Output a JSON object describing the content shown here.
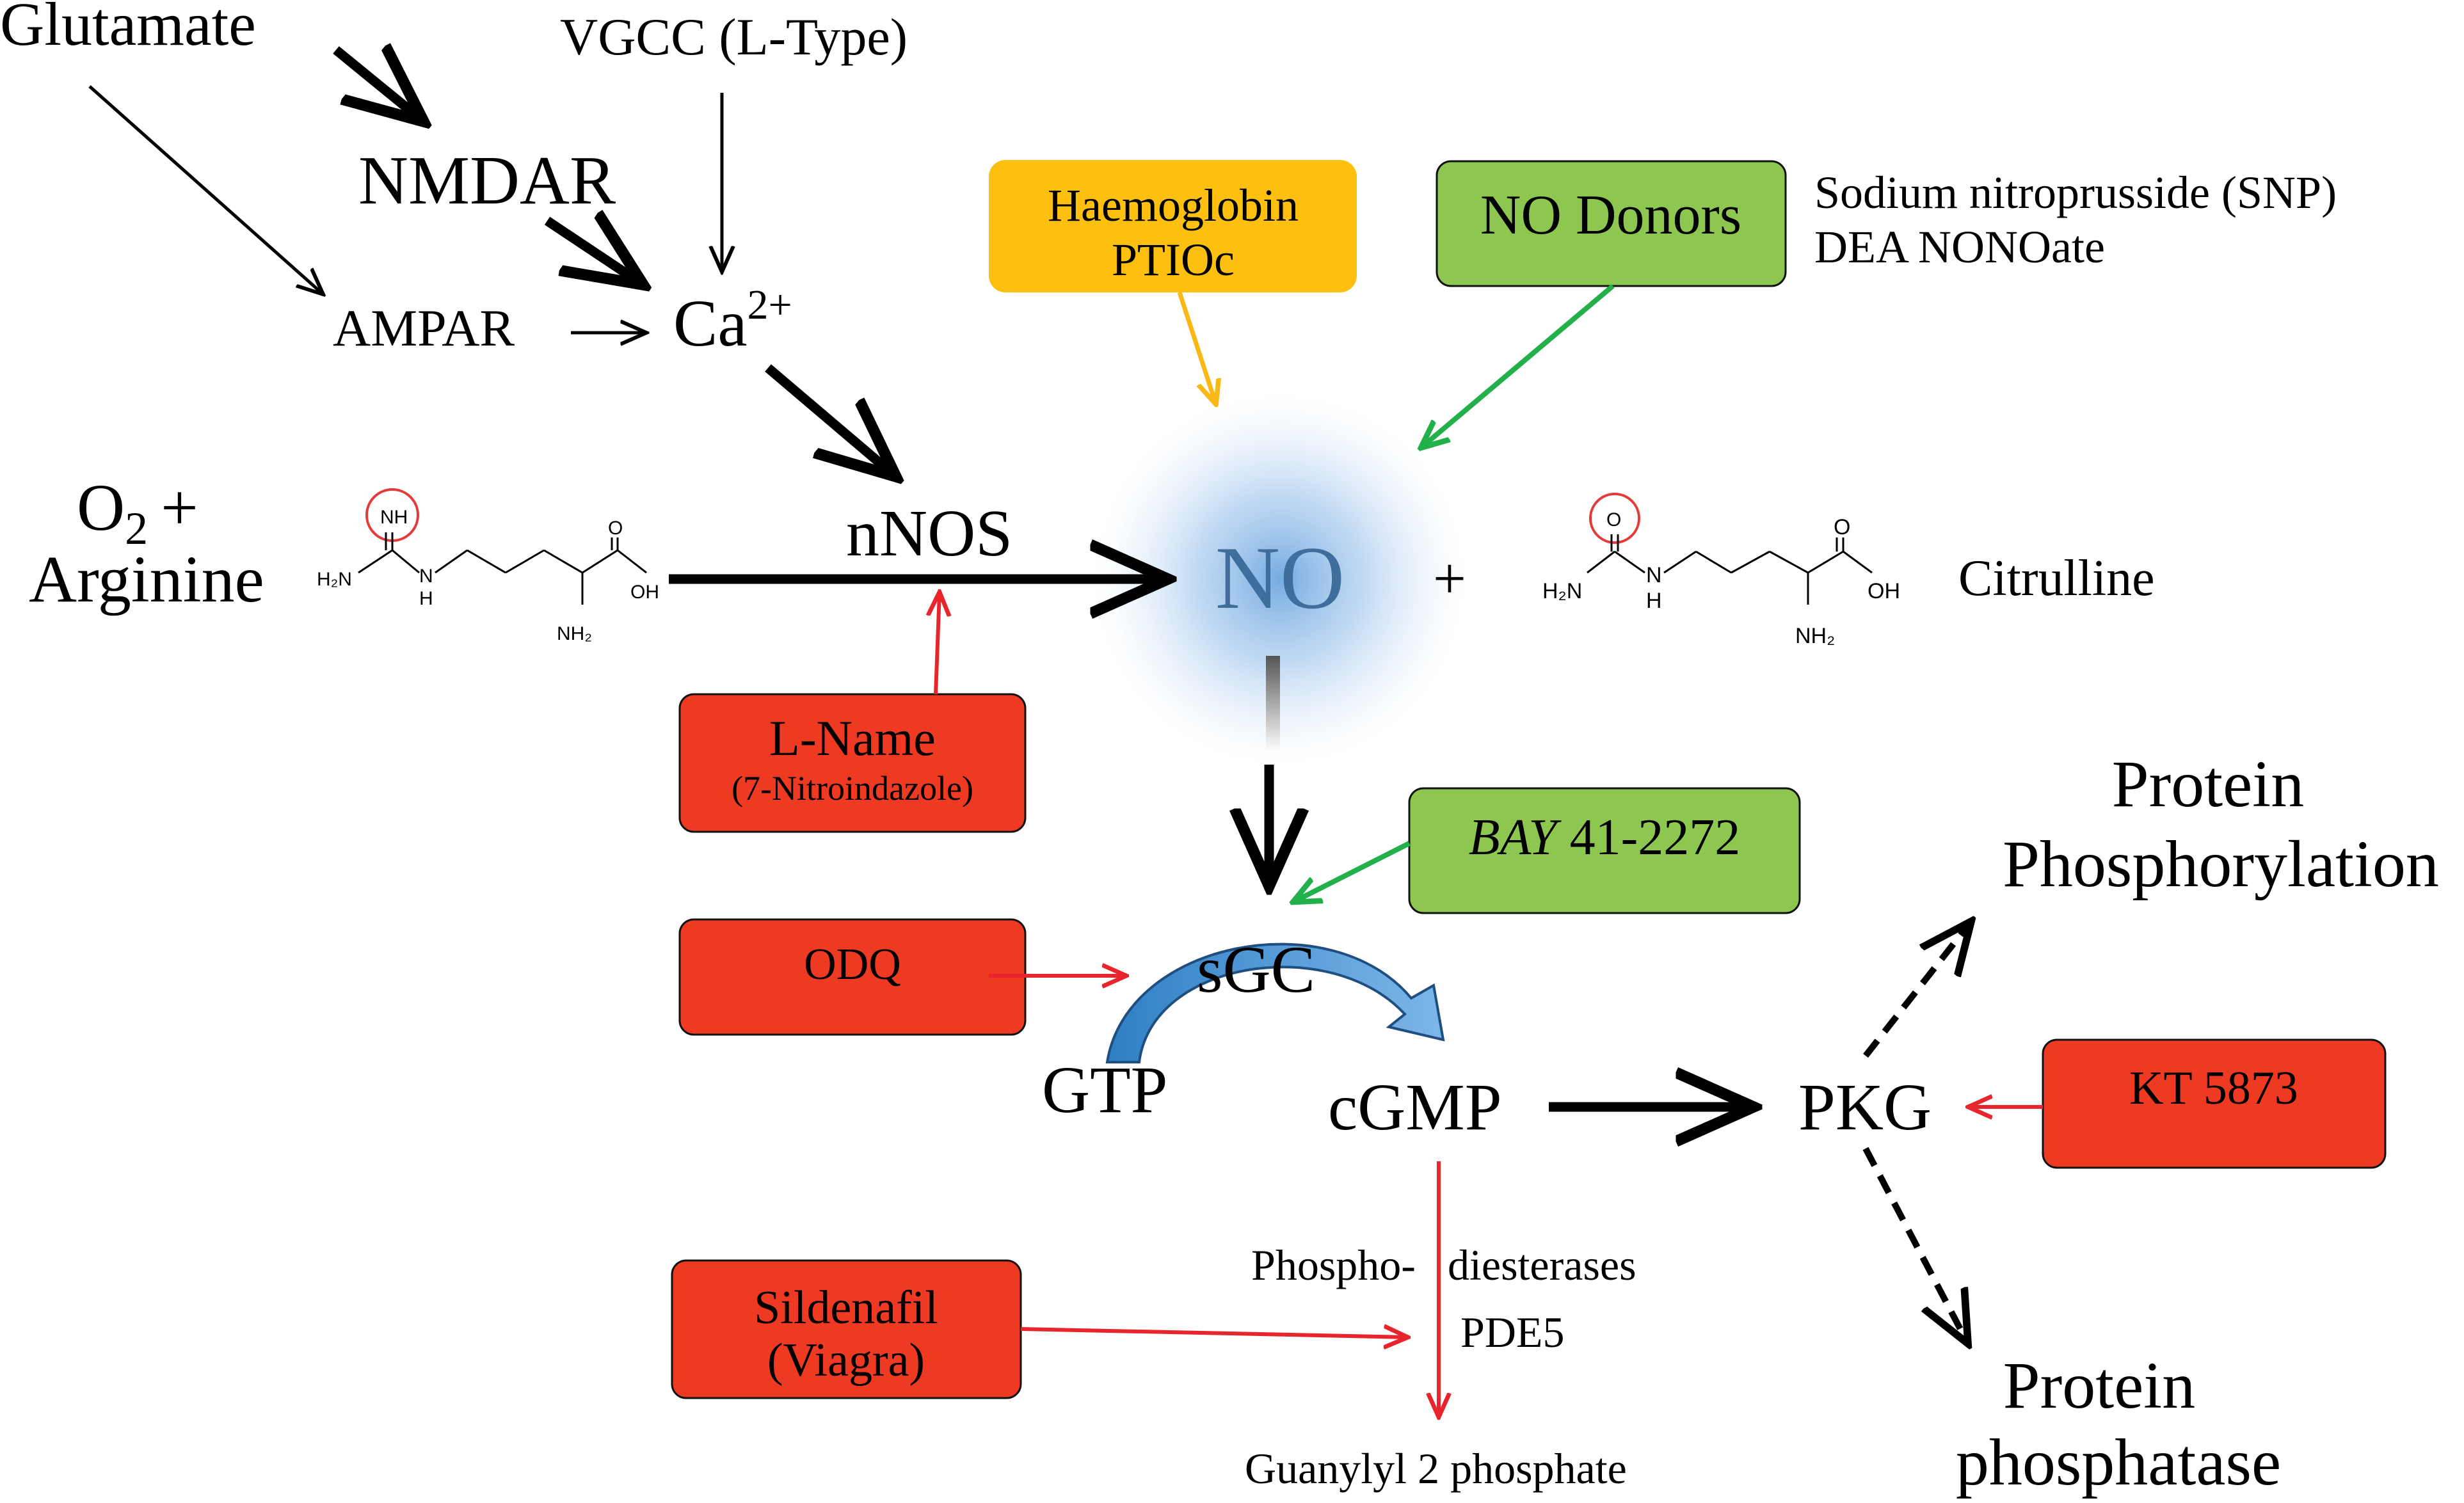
{
  "labels": {
    "glutamate": "Glutamate",
    "vgcc": "VGCC (L-Type)",
    "nmdar": "NMDAR",
    "ampar": "AMPAR",
    "calcium": "Ca",
    "calcium_charge": "2+",
    "o2_plus": "O",
    "o2_sub": "2",
    "o2_plus_sign": "+",
    "arginine": "Arginine",
    "nnos": "nNOS",
    "no": "NO",
    "plus": "+",
    "citrulline": "Citrulline",
    "sgc": "sGC",
    "gtp": "GTP",
    "cgmp": "cGMP",
    "pkg": "PKG",
    "protein_phosphorylation_1": "Protein",
    "protein_phosphorylation_2": "Phosphorylation",
    "protein_phosphatase_1": "Protein",
    "protein_phosphatase_2": "phosphatase",
    "phosphodiesterases_1": "Phospho-",
    "phosphodiesterases_2": "diesterases",
    "pde5": "PDE5",
    "guanylyl": "Guanylyl 2 phosphate",
    "sodium_nitroprusside": "Sodium nitroprusside (SNP)",
    "dea_nonoate": "DEA NONOate"
  },
  "molecules": {
    "arginine": {
      "nh": "NH",
      "h2n": "H₂N",
      "n": "N",
      "h": "H",
      "o": "O",
      "oh": "OH",
      "nh2": "NH₂"
    },
    "citrulline": {
      "o_top": "O",
      "h2n": "H₂N",
      "n": "N",
      "h": "H",
      "o": "O",
      "oh": "OH",
      "nh2": "NH₂"
    }
  },
  "boxes": {
    "haemoglobin": {
      "line1": "Haemoglobin",
      "line2": "PTIOc",
      "color": "#FDC011"
    },
    "no_donors": {
      "line1": "NO Donors",
      "color": "#8DC74F"
    },
    "bay": {
      "line1_italic": "BAY",
      "line1_rest": " 41-2272",
      "color": "#8DC74F"
    },
    "lname": {
      "line1": "L-Name",
      "line2": "(7-Nitroindazole)",
      "color": "#EE3A23"
    },
    "odq": {
      "line1": "ODQ",
      "color": "#EE3A23"
    },
    "kt5873": {
      "line1": "KT 5873",
      "color": "#EE3A23"
    },
    "sildenafil": {
      "line1": "Sildenafil",
      "line2": "(Viagra)",
      "color": "#EE3A23"
    }
  },
  "colors": {
    "inhibitor_arrow": "#E8252C",
    "activator_arrow": "#22B04B",
    "scavenger_arrow": "#F9B814",
    "no_glow": "#7FB2E5",
    "sgc_arc": "#3A8FD0",
    "molecule_circle": "#E33A3A"
  }
}
